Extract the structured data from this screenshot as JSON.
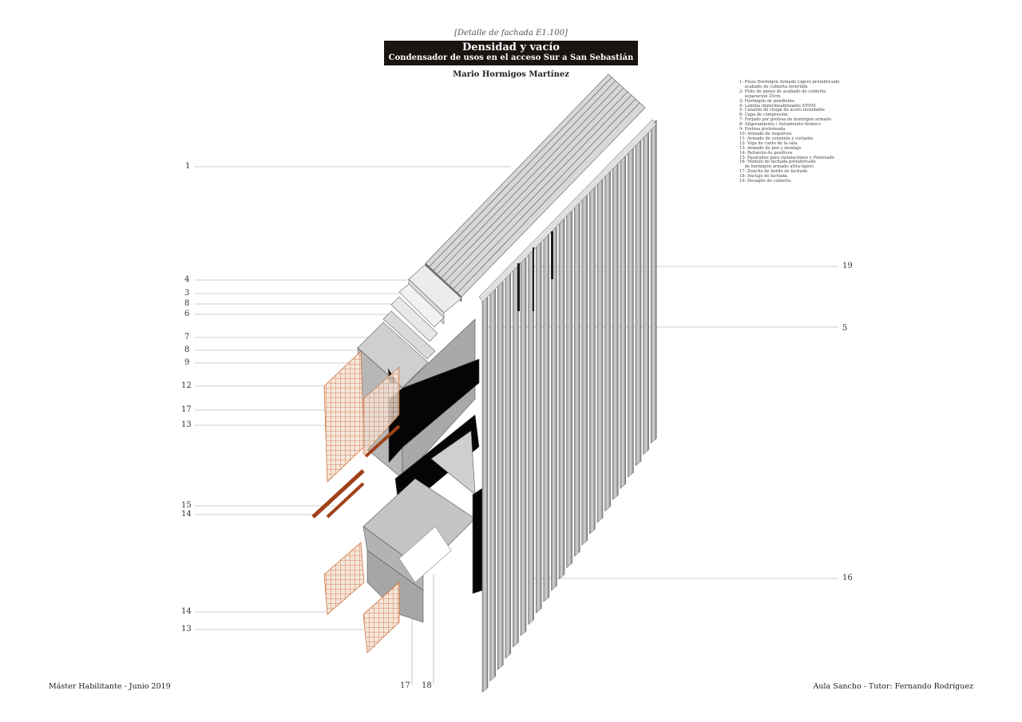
{
  "header": {
    "subheading": "[Detalle de fachada E1.100]",
    "title": "Densidad y vacío",
    "subtitle": "Condensador de usos en el acceso Sur a San Sebastián",
    "author": "Mario Hormigos Martínez"
  },
  "legend": [
    "1- Pieza Hormigón Armado Ligero prefabricado",
    "    acabado de cubierta invertida",
    "2- Plots de apoyo de acabado de cubierta",
    "    separación 25cm",
    "3- Hormigón de pendiente",
    "4- Lámina impermeabilizante EPDM",
    "5- Canalón de chapa de acero inoxidable",
    "6- Capa de compresión",
    "7- Forjado por prelosa de hormigón armado",
    "8- Aligeramiento / Aislamiento térmico",
    "9- Prelosa pretensada",
    "10- Armado de negativos",
    "11- Armado de conexión y cortante",
    "12- Viga de canto de la sala",
    "13- Armado de piel y montaje",
    "14- Refuerzo de positivos",
    "15- Pasatubos para instalaciones y Postesado",
    "16- Módulo de fachada prefabricado",
    "    de hormigón armado ultra-ligero",
    "17- Zuncho de borde de fachada",
    "18- Anclaje de fachada",
    "19- Desagüe de cubierta"
  ],
  "callouts_left": [
    "1",
    "4",
    "3",
    "8",
    "6",
    "7",
    "8",
    "9",
    "12",
    "17",
    "13",
    "15",
    "14",
    "14",
    "13"
  ],
  "callouts_right": [
    "19",
    "5",
    "16"
  ],
  "callouts_bottom": [
    "17",
    "18"
  ],
  "footer": {
    "left": "Máster Habilitante - Junio 2019",
    "right": "Aula Sancho - Tutor: Fernando Rodríguez"
  },
  "colors": {
    "concrete": "#c8c8c8",
    "concrete_dark": "#8e8e8e",
    "rebar": "#c8642a",
    "void": "#050505",
    "title_bg": "#1a1412"
  }
}
